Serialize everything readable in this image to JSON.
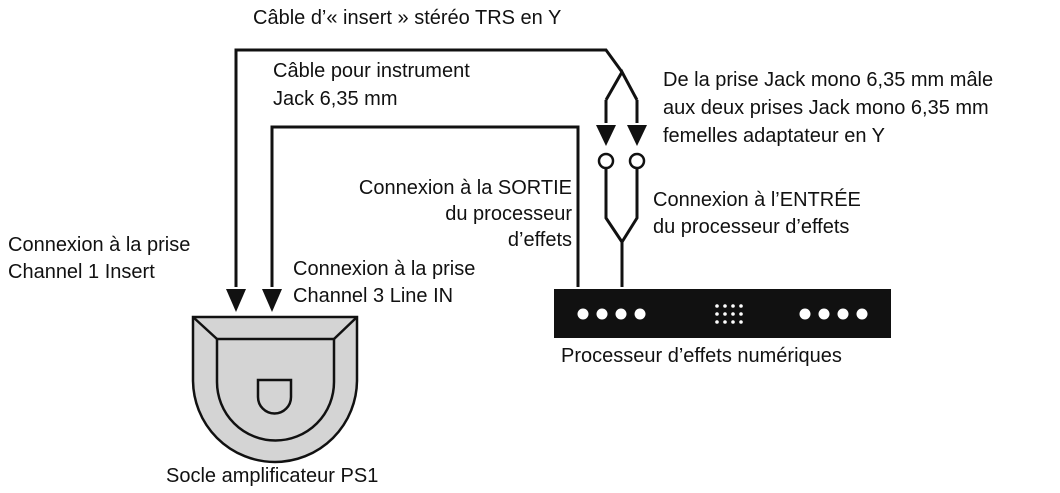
{
  "colors": {
    "line": "#111111",
    "amp_fill": "#d4d4d4",
    "processor_fill": "#111111",
    "processor_dots": "#ffffff",
    "background": "#ffffff"
  },
  "labels": {
    "y_insert_cable": "Câble d’« insert » stéréo TRS en Y",
    "instrument_cable": [
      "Câble pour instrument",
      "Jack 6,35 mm"
    ],
    "y_adapter": [
      "De la prise Jack mono 6,35 mm mâle",
      "aux deux prises Jack mono 6,35 mm",
      "femelles adaptateur en Y"
    ],
    "fx_output": [
      "Connexion à la SORTIE",
      "du processeur",
      "d’effets"
    ],
    "fx_input": [
      "Connexion à l’ENTRÉE",
      "du processeur d’effets"
    ],
    "ch1_insert": [
      "Connexion à la prise",
      "Channel 1 Insert"
    ],
    "ch3_line_in": [
      "Connexion à la prise",
      "Channel 3 Line IN"
    ],
    "processor": "Processeur d’effets numériques",
    "amp_base": "Socle amplificateur PS1"
  },
  "icons": {
    "amplifier": "amplifier-base-icon",
    "processor": "effects-processor-icon",
    "arrow": "arrow-down-icon",
    "jack": "jack-circle-icon"
  }
}
